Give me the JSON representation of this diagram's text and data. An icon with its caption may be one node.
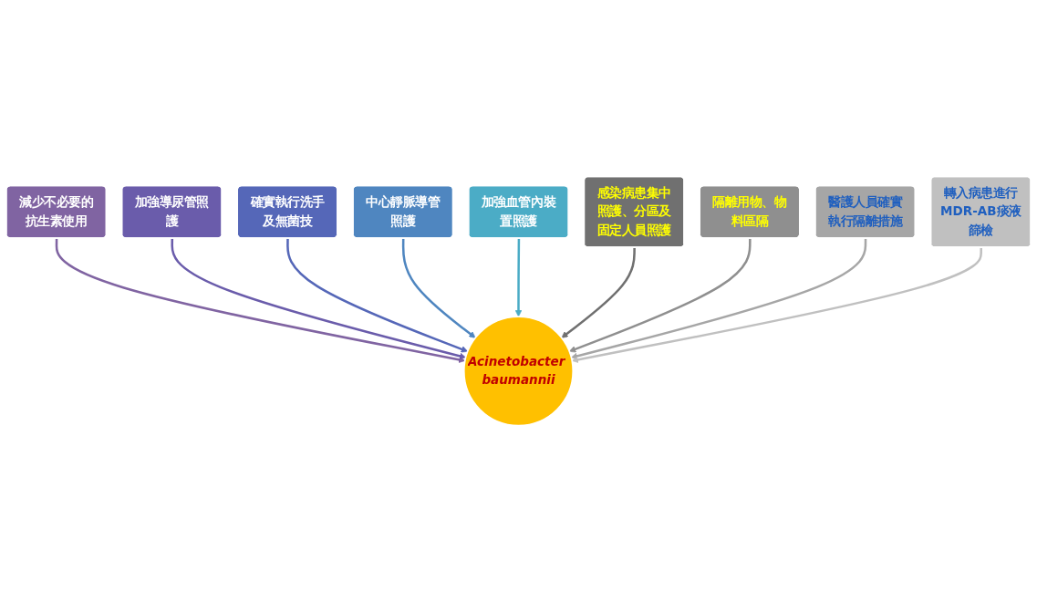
{
  "diagram": {
    "nodes": [
      {
        "text": [
          "減少不必要的抗生素使用"
        ]
      },
      {
        "text": [
          "加強導尿管照護"
        ]
      },
      {
        "text": [
          "確實執行洗手及無菌技"
        ]
      },
      {
        "text": [
          "中心靜脈導管照護"
        ]
      },
      {
        "text": [
          "加強血管內裝置照護"
        ]
      },
      {
        "text": [
          "感染病患集中照護、分區及固定人員照護"
        ]
      },
      {
        "text": [
          "隔離用物、物料區隔"
        ]
      },
      {
        "text": [
          "醫護人員確實執行隔離措施"
        ]
      },
      {
        "text": [
          "轉入病患進行MDR-AB痰液篩檢"
        ]
      },
      {
        "text": [
          "Acinetobacter baumannii"
        ]
      }
    ],
    "edges": [
      {
        "from": 0,
        "to": 9,
        "arrow": "to",
        "color": "#8064a2"
      },
      {
        "from": 1,
        "to": 9,
        "arrow": "to",
        "color": "#6a5cab"
      },
      {
        "from": 2,
        "to": 9,
        "arrow": "to",
        "color": "#5567b8"
      },
      {
        "from": 3,
        "to": 9,
        "arrow": "to",
        "color": "#4f86c0"
      },
      {
        "from": 4,
        "to": 9,
        "arrow": "to",
        "color": "#4bacc6"
      },
      {
        "from": 5,
        "to": 9,
        "arrow": "to",
        "color": "#707070"
      },
      {
        "from": 6,
        "to": 9,
        "arrow": "to",
        "color": "#8f8f8f"
      },
      {
        "from": 7,
        "to": 9,
        "arrow": "to",
        "color": "#a6a6a6"
      },
      {
        "from": 8,
        "to": 9,
        "arrow": "to",
        "color": "#c0c0c0"
      }
    ]
  }
}
